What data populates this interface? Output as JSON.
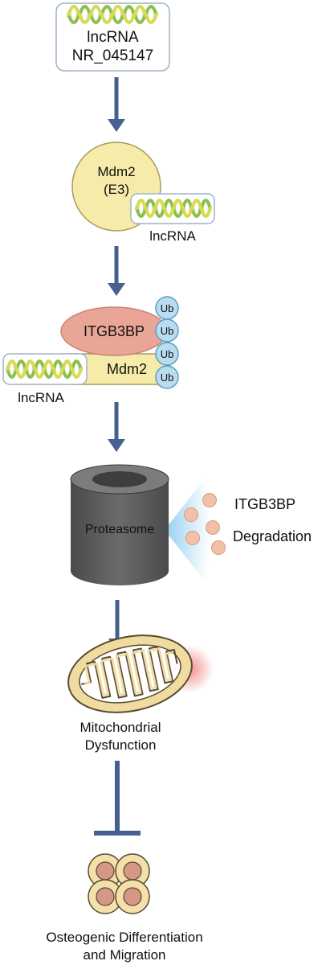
{
  "colors": {
    "arrow": "#46608f",
    "dna_green": "#8cbf4f",
    "dna_yellow": "#d5db53",
    "mdm2_fill": "#f6eba8",
    "itgb3bp_fill": "#e9a596",
    "ub_fill": "#b9dcef",
    "ub_stroke": "#5b9dc6",
    "proteasome": "#5e5e5e",
    "fragment": "#f2c0a8",
    "glow_blue": "#9cd1ee",
    "glow_red": "#f29a9a",
    "mito_fill": "#f0dca0",
    "cell_outer": "#f3e0ab",
    "cell_inner": "#d59886"
  },
  "icons": {
    "dna": "dna-helix-icon",
    "mito": "mitochondrion-icon",
    "cells": "cell-cluster-icon"
  },
  "labels": {
    "lncrna_box_line1": "lncRNA",
    "lncrna_box_line2": "NR_045147",
    "mdm2_line1": "Mdm2",
    "mdm2_line2": "(E3)",
    "lncrna_bound": "lncRNA",
    "itgb3bp": "ITGB3BP",
    "ub": "Ub",
    "mdm2_complex": "Mdm2",
    "lncrna_complex": "lncRNA",
    "proteasome": "Proteasome",
    "fragments_name": "ITGB3BP",
    "degradation": "Degradation",
    "mito_line1": "Mitochondrial",
    "mito_line2": "Dysfunction",
    "outcome_line1": "Osteogenic Differentiation",
    "outcome_line2": "and Migration"
  }
}
